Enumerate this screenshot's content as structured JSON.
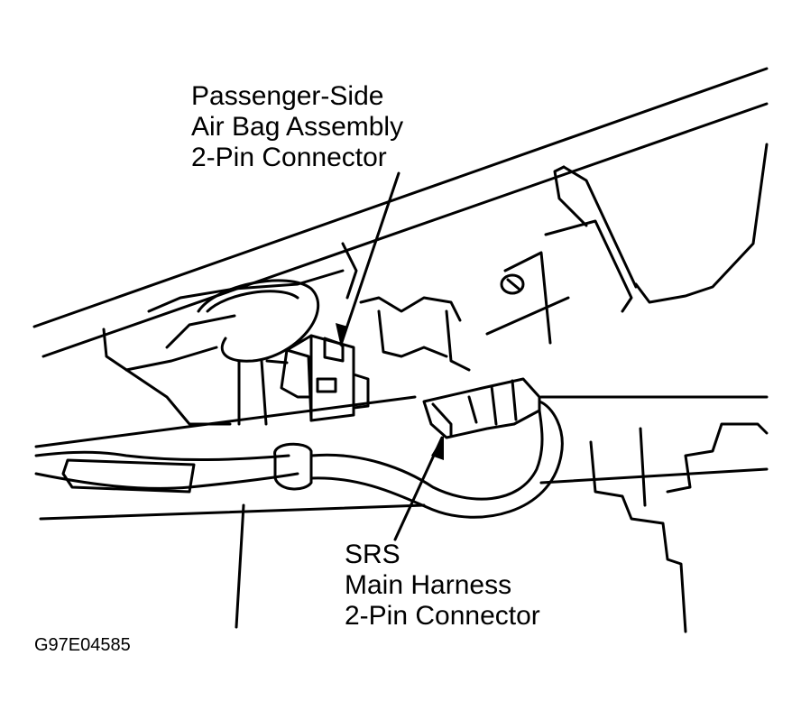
{
  "callouts": {
    "airbag_connector": {
      "lines": [
        "Passenger-Side",
        "Air Bag Assembly",
        "2-Pin Connector"
      ]
    },
    "srs_connector": {
      "lines": [
        "SRS",
        "Main Harness",
        "2-Pin Connector"
      ]
    }
  },
  "figure_id": "G97E04585",
  "colors": {
    "ink": "#000000",
    "paper": "#ffffff"
  }
}
